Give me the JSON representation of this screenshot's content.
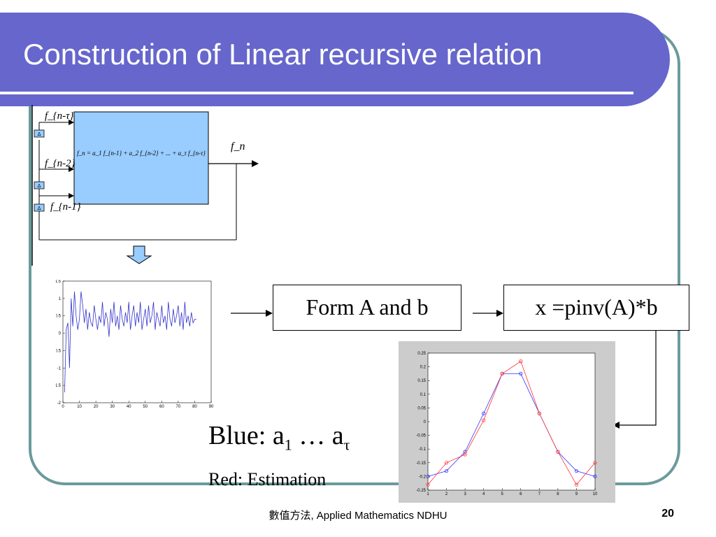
{
  "slide": {
    "title": "Construction of Linear recursive relation",
    "footer": "數值方法, Applied Mathematics  NDHU",
    "page_number": "20"
  },
  "diagram": {
    "block_formula": "f_n = a_1 f_{n-1} + a_2 f_{n-2} + ... + a_τ f_{n-τ}",
    "output_label": "f_n",
    "input_labels": [
      "f_{n-τ}",
      "f_{n-2}",
      "f_{n-1}"
    ],
    "delay_label": "Δ",
    "colors": {
      "block_fill": "#99ccff",
      "arrow_fill": "#99ccff"
    }
  },
  "flow": {
    "box1": "Form A and b",
    "box2": "x =pinv(A)*b"
  },
  "legend": {
    "blue_prefix": "Blue: a",
    "blue_sub1": "1",
    "blue_dots": " … a",
    "blue_sub2": "τ",
    "red": "Red: Estimation"
  },
  "chart_data": [
    {
      "type": "line",
      "x_ticks": [
        0,
        10,
        20,
        30,
        40,
        50,
        60,
        70,
        80,
        90
      ],
      "y_ticks": [
        -2,
        -1.5,
        -1,
        -0.5,
        0,
        0.5,
        1,
        1.5
      ],
      "xlim": [
        0,
        90
      ],
      "ylim": [
        -2,
        1.5
      ],
      "series": [
        {
          "color": "#3333cc",
          "x": [
            1,
            2,
            3,
            4,
            5,
            6,
            7,
            8,
            9,
            10,
            11,
            12,
            13,
            14,
            15,
            16,
            17,
            18,
            19,
            20,
            21,
            22,
            23,
            24,
            25,
            26,
            27,
            28,
            29,
            30,
            31,
            32,
            33,
            34,
            35,
            36,
            37,
            38,
            39,
            40,
            41,
            42,
            43,
            44,
            45,
            46,
            47,
            48,
            49,
            50,
            51,
            52,
            53,
            54,
            55,
            56,
            57,
            58,
            59,
            60,
            61,
            62,
            63,
            64,
            65,
            66,
            67,
            68,
            69,
            70,
            71,
            72,
            73,
            74,
            75,
            76,
            77,
            78,
            79,
            80,
            81
          ],
          "y": [
            -1.7,
            0.1,
            0.3,
            -1.0,
            1.0,
            0.2,
            1.2,
            0.5,
            0.1,
            0.4,
            1.2,
            0.8,
            0.3,
            0.7,
            0.1,
            0.6,
            0.3,
            0.2,
            0.8,
            0.4,
            0.1,
            0.5,
            0.3,
            0.9,
            0.2,
            0.6,
            0.4,
            -0.1,
            0.7,
            0.3,
            0.9,
            0.2,
            0.5,
            0.1,
            0.8,
            0.4,
            0.2,
            0.6,
            0.3,
            0.9,
            0.1,
            0.5,
            0.8,
            0.2,
            0.6,
            0.3,
            0.9,
            0.1,
            0.4,
            0.7,
            0.2,
            0.8,
            0.3,
            0.5,
            0.9,
            0.1,
            0.6,
            0.4,
            0.2,
            0.8,
            0.3,
            0.5,
            0.1,
            0.9,
            0.4,
            0.2,
            0.7,
            0.3,
            0.5,
            0.8,
            0.2,
            0.6,
            0.1,
            0.9,
            0.3,
            0.5,
            0.2,
            0.6,
            0.3,
            0.4,
            0.4
          ]
        }
      ]
    },
    {
      "type": "line",
      "x_ticks": [
        1,
        2,
        3,
        4,
        5,
        6,
        7,
        8,
        9,
        10
      ],
      "y_ticks": [
        -0.25,
        -0.2,
        -0.15,
        -0.1,
        -0.05,
        0,
        0.05,
        0.1,
        0.15,
        0.2,
        0.25
      ],
      "xlim": [
        1,
        10
      ],
      "ylim": [
        -0.25,
        0.25
      ],
      "series": [
        {
          "color": "#3333ff",
          "x": [
            1,
            2,
            3,
            4,
            5,
            6,
            7,
            8,
            9,
            10
          ],
          "y": [
            -0.2,
            -0.18,
            -0.11,
            0.03,
            0.175,
            0.175,
            0.03,
            -0.11,
            -0.18,
            -0.2
          ]
        },
        {
          "color": "#ff3333",
          "x": [
            1,
            2,
            3,
            4,
            5,
            6,
            7,
            8,
            9,
            10
          ],
          "y": [
            -0.23,
            -0.15,
            -0.12,
            0.005,
            0.175,
            0.22,
            0.03,
            -0.11,
            -0.23,
            -0.15
          ]
        }
      ]
    }
  ]
}
